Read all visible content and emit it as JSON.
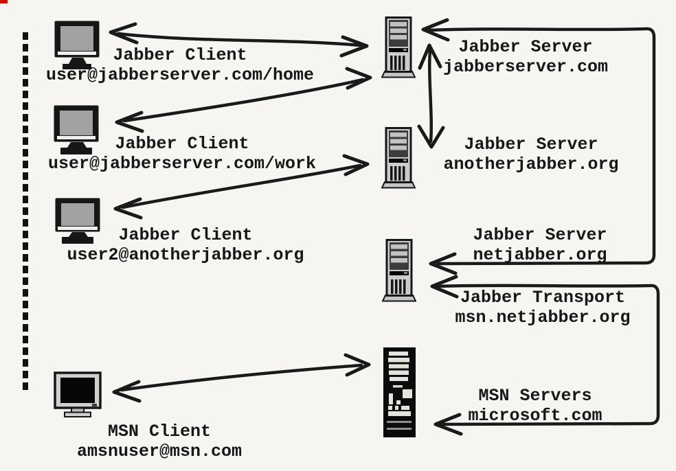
{
  "title": "Jabber / MSN network architecture diagram",
  "colors": {
    "background": "#f7f5f2",
    "ink": "#1a1a1a",
    "monitor_screen_gray": "#a2a2a2",
    "monitor_screen_black": "#060606",
    "tower_gray": "#cccccc",
    "tower_black": "#0b0b0b",
    "corner_mark_red": "#cc1100"
  },
  "clients": {
    "home": {
      "name": "Jabber Client",
      "address": "user@jabberserver.com/home"
    },
    "work": {
      "name": "Jabber Client",
      "address": "user@jabberserver.com/work"
    },
    "user2": {
      "name": "Jabber Client",
      "address": "user2@anotherjabber.org"
    },
    "msn": {
      "name": "MSN Client",
      "address": "amsnuser@msn.com"
    }
  },
  "servers": {
    "jabberserver": {
      "name": "Jabber Server",
      "address": "jabberserver.com"
    },
    "anotherjabber": {
      "name": "Jabber Server",
      "address": "anotherjabber.org"
    },
    "netjabber": {
      "name": "Jabber Server",
      "address": "netjabber.org"
    },
    "transport": {
      "name": "Jabber Transport",
      "address": "msn.netjabber.org"
    },
    "msn": {
      "name": "MSN Servers",
      "address": "microsoft.com"
    }
  }
}
